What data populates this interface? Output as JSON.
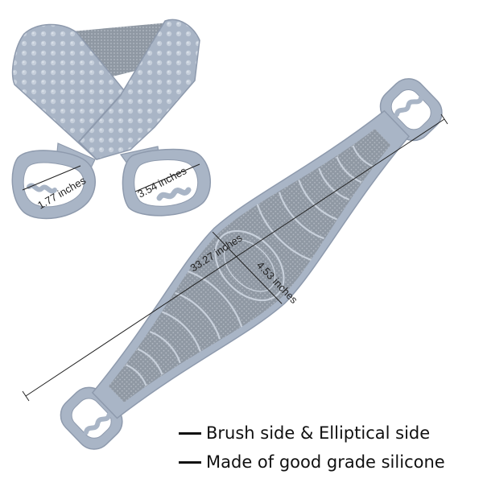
{
  "product": {
    "strap_color": "#a9b5c6",
    "strap_shadow": "#8e9aad",
    "brush_color": "#9aa3ad",
    "nub_color": "#c3ccd8"
  },
  "dimensions": {
    "total_length": "33.27 inches",
    "center_width": "4.53 inches",
    "handle_length": "3.54 inches",
    "handle_width": "1.77 inches"
  },
  "features": [
    {
      "text": "Brush side & Elliptical side"
    },
    {
      "text": "Made of good grade silicone"
    }
  ]
}
